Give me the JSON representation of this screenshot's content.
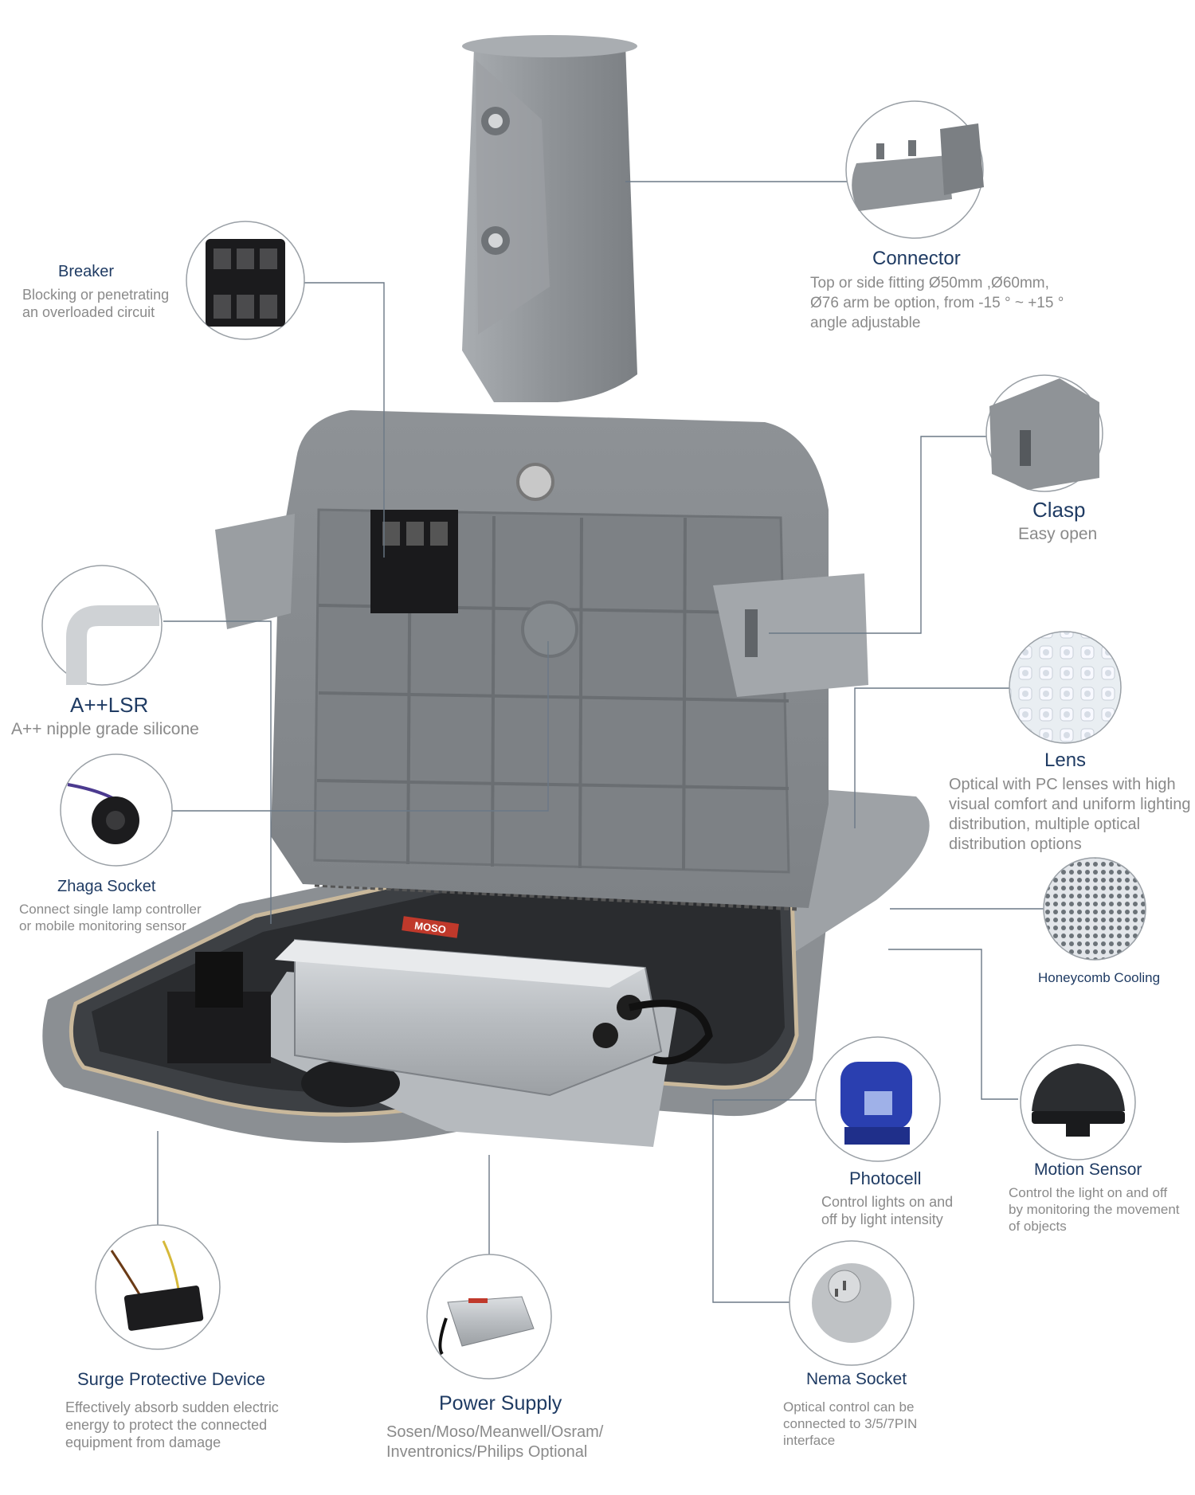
{
  "callouts": {
    "breaker": {
      "title": "Breaker",
      "desc": [
        "Blocking or penetrating",
        "an overloaded circuit"
      ]
    },
    "connector": {
      "title": "Connector",
      "desc": [
        "Top or side fitting Ø50mm ,Ø60mm,",
        "Ø76 arm be option, from -15 ° ~ +15 °",
        "angle adjustable"
      ]
    },
    "clasp": {
      "title": "Clasp",
      "desc": [
        "Easy open"
      ]
    },
    "a_lsr": {
      "title": "A++LSR",
      "desc": [
        "A++ nipple grade silicone"
      ]
    },
    "lens": {
      "title": "Lens",
      "desc": [
        "Optical with PC lenses with high",
        "visual comfort and uniform lighting",
        "distribution, multiple optical",
        "distribution options"
      ]
    },
    "zhaga": {
      "title": "Zhaga Socket",
      "desc": [
        "Connect single lamp controller",
        "or mobile monitoring sensor"
      ]
    },
    "honeycomb": {
      "title": "Honeycomb Cooling",
      "desc": []
    },
    "photocell": {
      "title": "Photocell",
      "desc": [
        "Control lights on and",
        "off by light intensity"
      ]
    },
    "motion": {
      "title": "Motion Sensor",
      "desc": [
        "Control the light on and off",
        "by monitoring the movement",
        "of objects"
      ]
    },
    "surge": {
      "title": "Surge Protective Device",
      "desc": [
        "Effectively absorb sudden electric",
        "energy to protect the connected",
        "equipment from damage"
      ]
    },
    "power": {
      "title": "Power Supply",
      "desc": [
        "Sosen/Moso/Meanwell/Osram/",
        "Inventronics/Philips Optional"
      ]
    },
    "nema": {
      "title": "Nema Socket",
      "desc": [
        "Optical control can be",
        "connected to 3/5/7PIN",
        "interface"
      ]
    }
  },
  "driver_label": "MOSO",
  "colors": {
    "title": "#1f3b63",
    "desc": "#8a8a8a",
    "leader": "#6b7886",
    "housing": "#8e9296",
    "circle": "#9aa0a6"
  }
}
